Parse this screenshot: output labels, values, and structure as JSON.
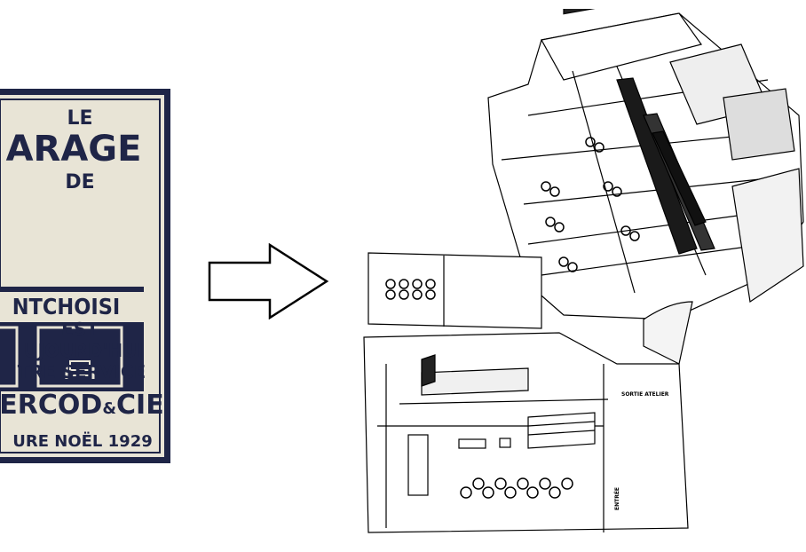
{
  "poster": {
    "line1": "LE",
    "line2": "ARAGE",
    "line3": "DE",
    "line4": "NTCHOISI",
    "line5": "EST",
    "line6": "UJOURD'HUI",
    "line7": "TRE SERVICE",
    "line8": "ERCOD",
    "line8b": "&",
    "line8c": "CIE",
    "line9": "URE NOËL 1929"
  },
  "plan": {
    "label_workshop_exit": "SORTIE ATELIER",
    "label_entrance": "ENTRÉE"
  },
  "colors": {
    "poster_ink": "#1f2547",
    "poster_paper": "#e8e4d6",
    "line": "#000000"
  },
  "icons": {
    "arrow": "right-arrow-outline-icon"
  }
}
